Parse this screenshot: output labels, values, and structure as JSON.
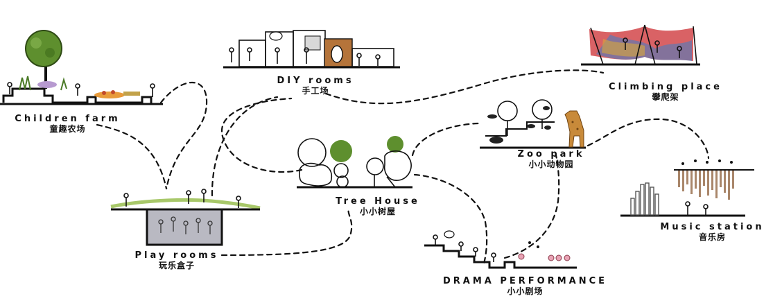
{
  "colors": {
    "ink": "#111111",
    "tree_green": "#5e8f2e",
    "grass_green": "#a8c86a",
    "play_gray": "#b9b9c2",
    "canopy_red": "#d2464a",
    "canopy_blue": "#3c7fc8",
    "giraffe": "#c88a3a",
    "flower_pink": "#e9a3b5",
    "flower_orange": "#e89b3a",
    "chime_brown": "#a07a5a"
  },
  "zones": [
    {
      "id": "children-farm",
      "en": "Children farm",
      "cn": "童趣农场"
    },
    {
      "id": "diy-rooms",
      "en": "DIY rooms",
      "cn": "手工场"
    },
    {
      "id": "climbing-place",
      "en": "Climbing place",
      "cn": "攀爬架"
    },
    {
      "id": "zoo-park",
      "en": "Zoo park",
      "cn": "小小动物园"
    },
    {
      "id": "tree-house",
      "en": "Tree House",
      "cn": "小小树屋"
    },
    {
      "id": "music-station",
      "en": "Music station",
      "cn": "音乐房"
    },
    {
      "id": "play-rooms",
      "en": "Play rooms",
      "cn": "玩乐盒子"
    },
    {
      "id": "drama-performance",
      "en": "DRAMA PERFORMANCE",
      "cn": "小小剧场"
    }
  ]
}
